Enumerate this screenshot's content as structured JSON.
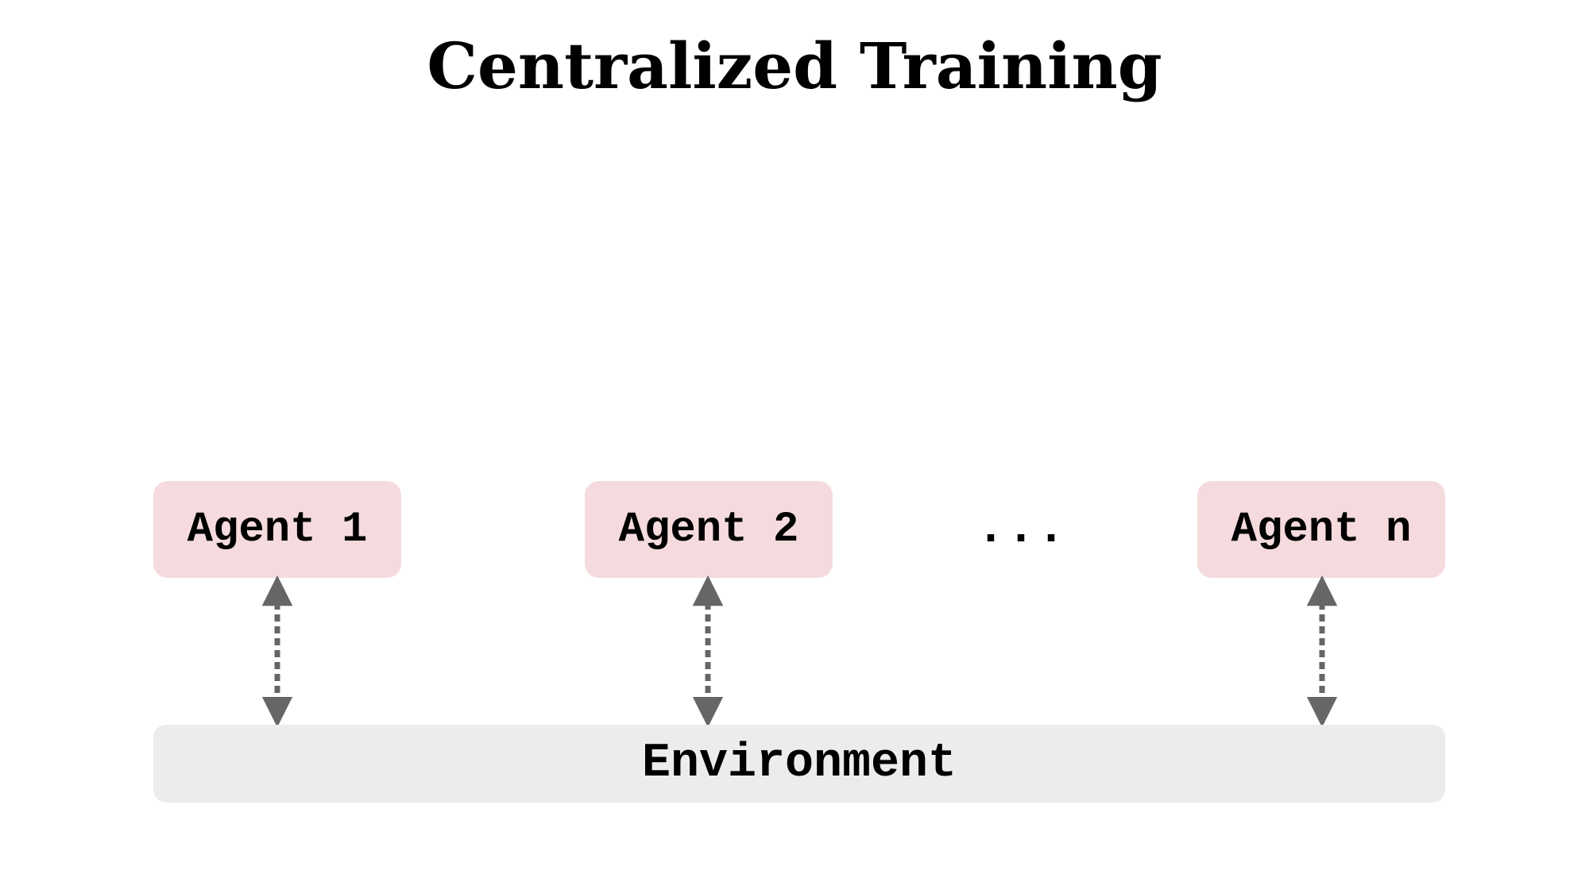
{
  "title": "Centralized Training",
  "agents": [
    {
      "label": "Agent 1"
    },
    {
      "label": "Agent 2"
    },
    {
      "label": "Agent n"
    }
  ],
  "ellipsis": "...",
  "environment": {
    "label": "Environment"
  },
  "colors": {
    "agent_fill": "#f5dbdd",
    "environment_fill": "#ececec",
    "arrow": "#666666"
  },
  "arrow_style": "dotted-bidirectional"
}
